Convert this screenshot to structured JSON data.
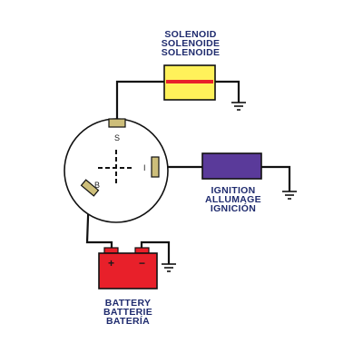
{
  "solenoid": {
    "labels": [
      "SOLENOID",
      "SOLENOIDE",
      "SOLENOIDE"
    ],
    "body_color": "#fff15a",
    "stripe_color": "#e8202a"
  },
  "ignition": {
    "labels": [
      "IGNITION",
      "ALLUMAGE",
      "IGNICIÓN"
    ],
    "body_color": "#5a3a9a"
  },
  "battery": {
    "labels": [
      "BATTERY",
      "BATTERIE",
      "BATERÍA"
    ],
    "body_color": "#e8202a",
    "plus_symbol": "+",
    "minus_symbol": "−"
  },
  "switch": {
    "terminal_s": "S",
    "terminal_i": "I",
    "terminal_b": "B",
    "terminal_color": "#cdbe7a"
  },
  "colors": {
    "wire": "#111111",
    "label_text": "#1f2b6e"
  }
}
